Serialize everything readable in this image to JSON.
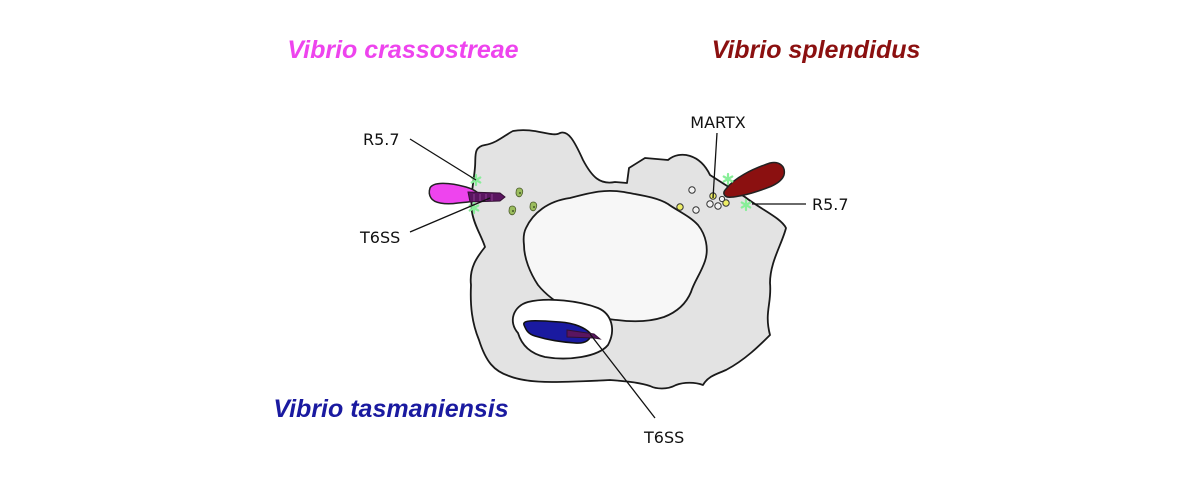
{
  "species": {
    "crassostreae": "Vibrio crassostreae",
    "splendidus": "Vibrio splendidus",
    "tasmaniensis": "Vibrio tasmaniensis"
  },
  "labels": {
    "r57_left": "R5.7",
    "t6ss_left": "T6SS",
    "martx": "MARTX",
    "r57_right": "R5.7",
    "t6ss_bottom": "T6SS"
  },
  "colors": {
    "crassostreae": "#ee44ee",
    "splendidus": "#8b1010",
    "tasmaniensis": "#1a1aa0",
    "cell_fill": "#e3e3e3",
    "nucleus_fill": "#f7f7f7",
    "r57_marker": "#88ee99",
    "martx_dots": "#eeee66",
    "t6ss_apparatus": "#5a1560"
  },
  "icons": {
    "r57_marker": "asterisk-icon",
    "martx_dots": "circle-icon",
    "cytoplasm_particles": "droplet-icon"
  }
}
